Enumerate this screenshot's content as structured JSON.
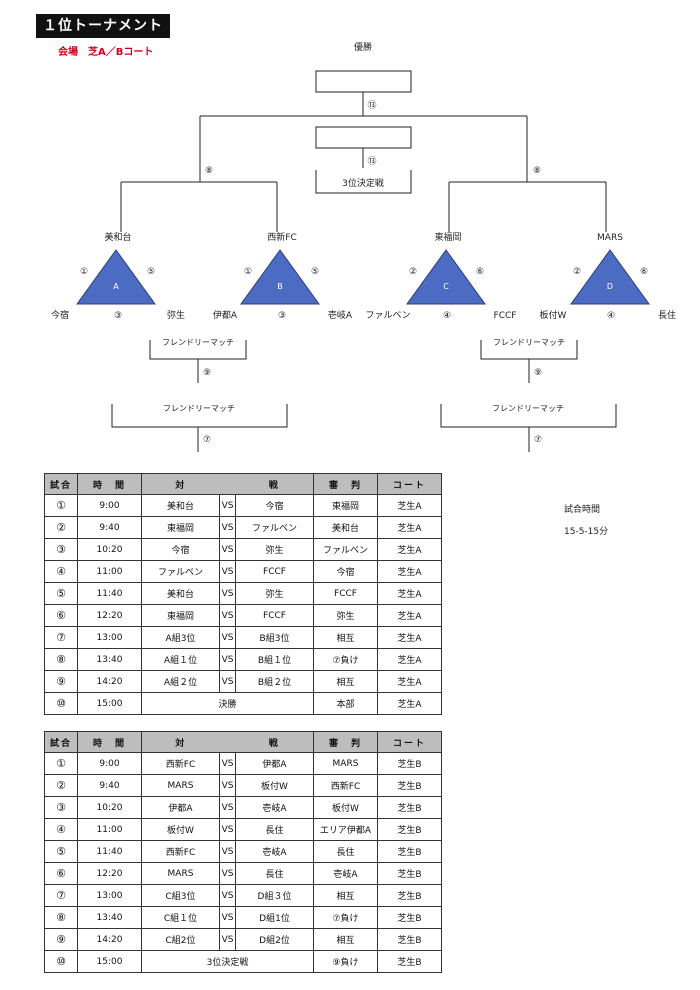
{
  "header": {
    "title": "１位トーナメント",
    "venue": "会場　芝A／Bコート"
  },
  "bracket": {
    "champion_label": "優勝",
    "final_match": "⑬",
    "third_place_match": "⑬",
    "third_place_label": "3位決定戦",
    "semi_left": "⑧",
    "semi_right": "⑧",
    "groups": [
      {
        "letter": "A",
        "top": "美和台",
        "left_num": "①",
        "right_num": "⑤",
        "bottom_left": "今宿",
        "bottom_num": "③",
        "bottom_right": "弥生"
      },
      {
        "letter": "B",
        "top": "西新FC",
        "left_num": "①",
        "right_num": "⑤",
        "bottom_left": "伊都A",
        "bottom_num": "③",
        "bottom_right": "壱岐A"
      },
      {
        "letter": "C",
        "top": "東福岡",
        "left_num": "②",
        "right_num": "⑥",
        "bottom_left": "ファルベン",
        "bottom_num": "④",
        "bottom_right": "FCCF"
      },
      {
        "letter": "D",
        "top": "MARS",
        "left_num": "②",
        "right_num": "⑥",
        "bottom_left": "板付W",
        "bottom_num": "④",
        "bottom_right": "長住"
      }
    ],
    "friendly_label": "フレンドリーマッチ",
    "friendly_left_top_num": "⑨",
    "friendly_left_bottom_num": "⑦",
    "friendly_right_top_num": "⑨",
    "friendly_right_bottom_num": "⑦"
  },
  "colors": {
    "triangle_fill": "#4c6cc4",
    "triangle_stroke": "#2e3f7a",
    "header_bg": "#bdbdbd"
  },
  "table_headers": {
    "no": "試合",
    "time": "時　間",
    "match_a": "対",
    "match_b": "戦",
    "ref": "審　判",
    "court": "コート"
  },
  "side_note": {
    "label": "試合時間",
    "value": "15-5-15分"
  },
  "schedule_a": [
    {
      "no": "①",
      "time": "9:00",
      "home": "美和台",
      "vs": "VS",
      "away": "今宿",
      "ref": "東福岡",
      "court": "芝生A"
    },
    {
      "no": "②",
      "time": "9:40",
      "home": "東福岡",
      "vs": "VS",
      "away": "ファルベン",
      "ref": "美和台",
      "court": "芝生A"
    },
    {
      "no": "③",
      "time": "10:20",
      "home": "今宿",
      "vs": "VS",
      "away": "弥生",
      "ref": "ファルベン",
      "court": "芝生A"
    },
    {
      "no": "④",
      "time": "11:00",
      "home": "ファルベン",
      "vs": "VS",
      "away": "FCCF",
      "ref": "今宿",
      "court": "芝生A"
    },
    {
      "no": "⑤",
      "time": "11:40",
      "home": "美和台",
      "vs": "VS",
      "away": "弥生",
      "ref": "FCCF",
      "court": "芝生A"
    },
    {
      "no": "⑥",
      "time": "12:20",
      "home": "東福岡",
      "vs": "VS",
      "away": "FCCF",
      "ref": "弥生",
      "court": "芝生A"
    },
    {
      "no": "⑦",
      "time": "13:00",
      "home": "A組3位",
      "vs": "VS",
      "away": "B組3位",
      "ref": "相互",
      "court": "芝生A"
    },
    {
      "no": "⑧",
      "time": "13:40",
      "home": "A組１位",
      "vs": "VS",
      "away": "B組１位",
      "ref": "⑦負け",
      "court": "芝生A"
    },
    {
      "no": "⑨",
      "time": "14:20",
      "home": "A組２位",
      "vs": "VS",
      "away": "B組２位",
      "ref": "相互",
      "court": "芝生A"
    },
    {
      "no": "⑩",
      "time": "15:00",
      "merged": "決勝",
      "ref": "本部",
      "court": "芝生A"
    }
  ],
  "schedule_b": [
    {
      "no": "①",
      "time": "9:00",
      "home": "西新FC",
      "vs": "VS",
      "away": "伊都A",
      "ref": "MARS",
      "court": "芝生B"
    },
    {
      "no": "②",
      "time": "9:40",
      "home": "MARS",
      "vs": "VS",
      "away": "板付W",
      "ref": "西新FC",
      "court": "芝生B"
    },
    {
      "no": "③",
      "time": "10:20",
      "home": "伊都A",
      "vs": "VS",
      "away": "壱岐A",
      "ref": "板付W",
      "court": "芝生B"
    },
    {
      "no": "④",
      "time": "11:00",
      "home": "板付W",
      "vs": "VS",
      "away": "長住",
      "ref": "エリア伊都A",
      "court": "芝生B"
    },
    {
      "no": "⑤",
      "time": "11:40",
      "home": "西新FC",
      "vs": "VS",
      "away": "壱岐A",
      "ref": "長住",
      "court": "芝生B"
    },
    {
      "no": "⑥",
      "time": "12:20",
      "home": "MARS",
      "vs": "VS",
      "away": "長住",
      "ref": "壱岐A",
      "court": "芝生B"
    },
    {
      "no": "⑦",
      "time": "13:00",
      "home": "C組3位",
      "vs": "VS",
      "away": "D組３位",
      "ref": "相互",
      "court": "芝生B"
    },
    {
      "no": "⑧",
      "time": "13:40",
      "home": "C組１位",
      "vs": "VS",
      "away": "D組1位",
      "ref": "⑦負け",
      "court": "芝生B"
    },
    {
      "no": "⑨",
      "time": "14:20",
      "home": "C組2位",
      "vs": "VS",
      "away": "D組2位",
      "ref": "相互",
      "court": "芝生B"
    },
    {
      "no": "⑩",
      "time": "15:00",
      "merged": "3位決定戦",
      "ref": "⑨負け",
      "court": "芝生B"
    }
  ]
}
